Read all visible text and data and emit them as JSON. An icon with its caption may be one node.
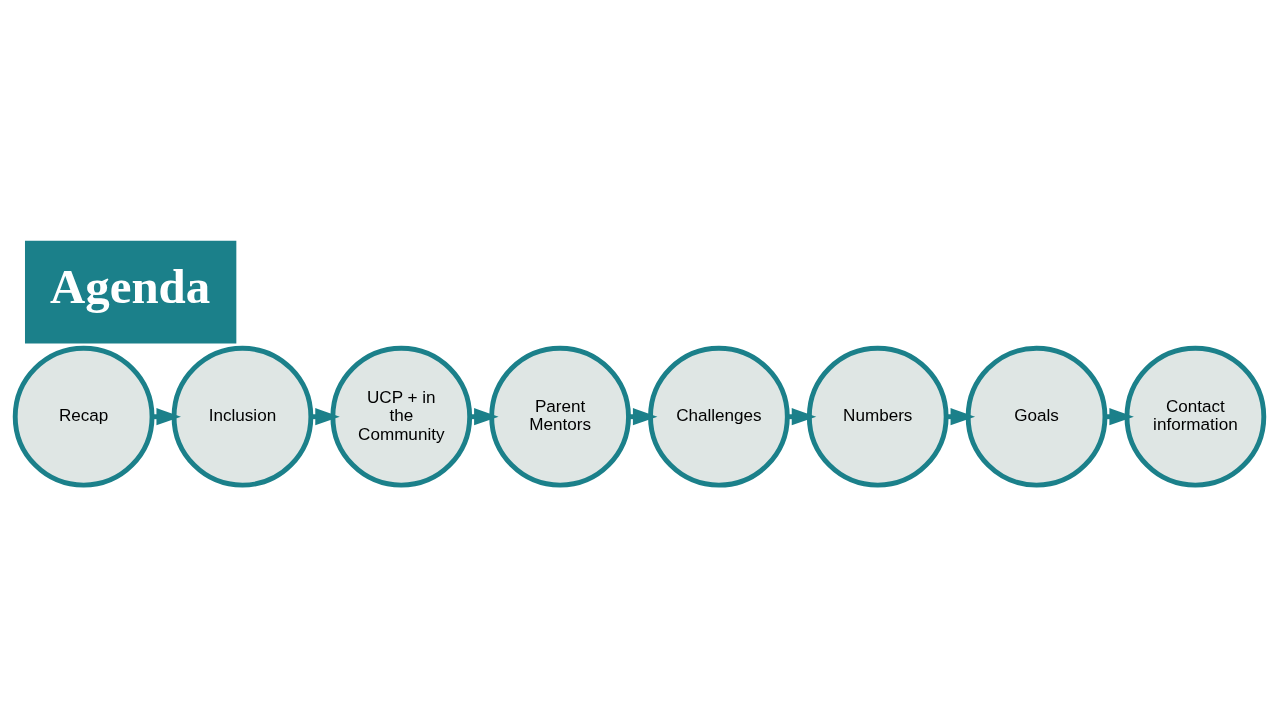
{
  "diagram": {
    "title": "Agenda",
    "nodes": [
      {
        "text": [
          "Recap"
        ]
      },
      {
        "text": [
          "Inclusion"
        ]
      },
      {
        "text": [
          "UCP + in the Community"
        ]
      },
      {
        "text": [
          "Parent Mentors"
        ]
      },
      {
        "text": [
          "Challenges"
        ]
      },
      {
        "text": [
          "Numbers"
        ]
      },
      {
        "text": [
          "Goals"
        ]
      },
      {
        "text": [
          "Contact information"
        ]
      }
    ],
    "edges": [
      {
        "from": 0,
        "to": 1,
        "arrow": "to"
      },
      {
        "from": 1,
        "to": 2,
        "arrow": "to"
      },
      {
        "from": 2,
        "to": 3,
        "arrow": "to"
      },
      {
        "from": 3,
        "to": 4,
        "arrow": "to"
      },
      {
        "from": 4,
        "to": 5,
        "arrow": "to"
      },
      {
        "from": 5,
        "to": 6,
        "arrow": "to"
      },
      {
        "from": 6,
        "to": 7,
        "arrow": "to"
      }
    ]
  }
}
